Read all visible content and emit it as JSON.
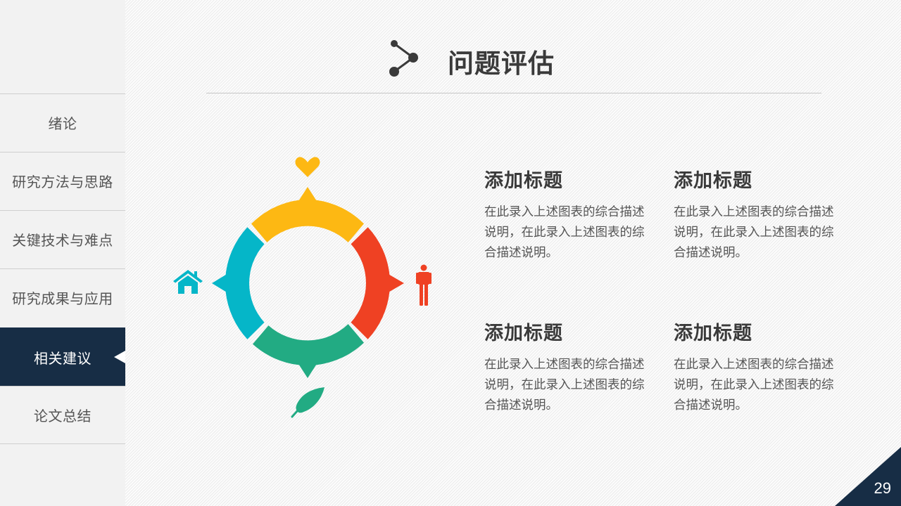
{
  "header": {
    "title": "问题评估",
    "icon": "share-nodes-icon"
  },
  "sidebar": {
    "items": [
      {
        "label": "绪论",
        "active": false
      },
      {
        "label": "研究方法与思路",
        "active": false
      },
      {
        "label": "关键技术与难点",
        "active": false
      },
      {
        "label": "研究成果与应用",
        "active": false
      },
      {
        "label": "相关建议",
        "active": true
      },
      {
        "label": "论文总结",
        "active": false
      }
    ]
  },
  "diagram": {
    "segments": [
      {
        "position": "top",
        "color": "#fdb813",
        "icon": "heart-icon"
      },
      {
        "position": "right",
        "color": "#ef4123",
        "icon": "person-icon"
      },
      {
        "position": "bottom",
        "color": "#22ab83",
        "icon": "leaf-icon"
      },
      {
        "position": "left",
        "color": "#05b6c8",
        "icon": "home-icon"
      }
    ]
  },
  "cards": [
    {
      "title": "添加标题",
      "body": "在此录入上述图表的综合描述说明，在此录入上述图表的综合描述说明。"
    },
    {
      "title": "添加标题",
      "body": "在此录入上述图表的综合描述说明，在此录入上述图表的综合描述说明。"
    },
    {
      "title": "添加标题",
      "body": "在此录入上述图表的综合描述说明，在此录入上述图表的综合描述说明。"
    },
    {
      "title": "添加标题",
      "body": "在此录入上述图表的综合描述说明，在此录入上述图表的综合描述说明。"
    }
  ],
  "footer": {
    "page_number": "29"
  },
  "colors": {
    "navy": "#172d45",
    "yellow": "#fdb813",
    "red": "#ef4123",
    "green": "#22ab83",
    "cyan": "#05b6c8"
  }
}
